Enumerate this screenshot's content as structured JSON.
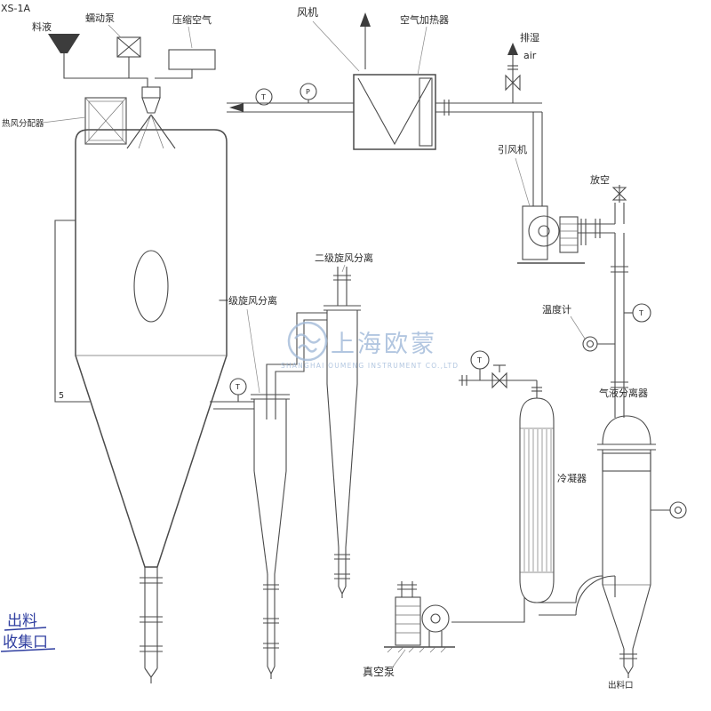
{
  "title_code": "XS-1A",
  "colors": {
    "line": "#4a4a4a",
    "text": "#2a2a2a",
    "watermark": "#9fb9d9",
    "handnote_blue": "#2f3ea0"
  },
  "watermark": {
    "brand_cn": "上海欧蒙",
    "brand_en": "SHANGHAI OUMENG INSTRUMENT CO.,LTD"
  },
  "equipment": {
    "spray_tower": {
      "hot_air_distributor": "热风分配器",
      "cone_angle": "5"
    },
    "feed": {
      "feed_liquid": "料液",
      "peristaltic_pump": "蠕动泵",
      "compressed_air": "压缩空气"
    },
    "air_system": {
      "fan": "风机",
      "air_heater": "空气加热器",
      "exhaust_wet": "排湿",
      "exhaust_air": "air",
      "induced_draft_fan": "引风机",
      "vent": "放空"
    },
    "separation": {
      "cyclone_primary": "一级旋风分离",
      "cyclone_secondary": "二级旋风分离",
      "gas_liquid_separator": "气液分离器",
      "separator_outlet": "出料口"
    },
    "recovery": {
      "condenser": "冷凝器",
      "vacuum_pump": "真空泵",
      "thermometer": "温度计"
    }
  },
  "instruments": {
    "t1": "T",
    "p1": "P",
    "t2": "T",
    "t3": "T",
    "t4": "T"
  },
  "handnote": {
    "line1": "出料",
    "line2": "收集口"
  }
}
